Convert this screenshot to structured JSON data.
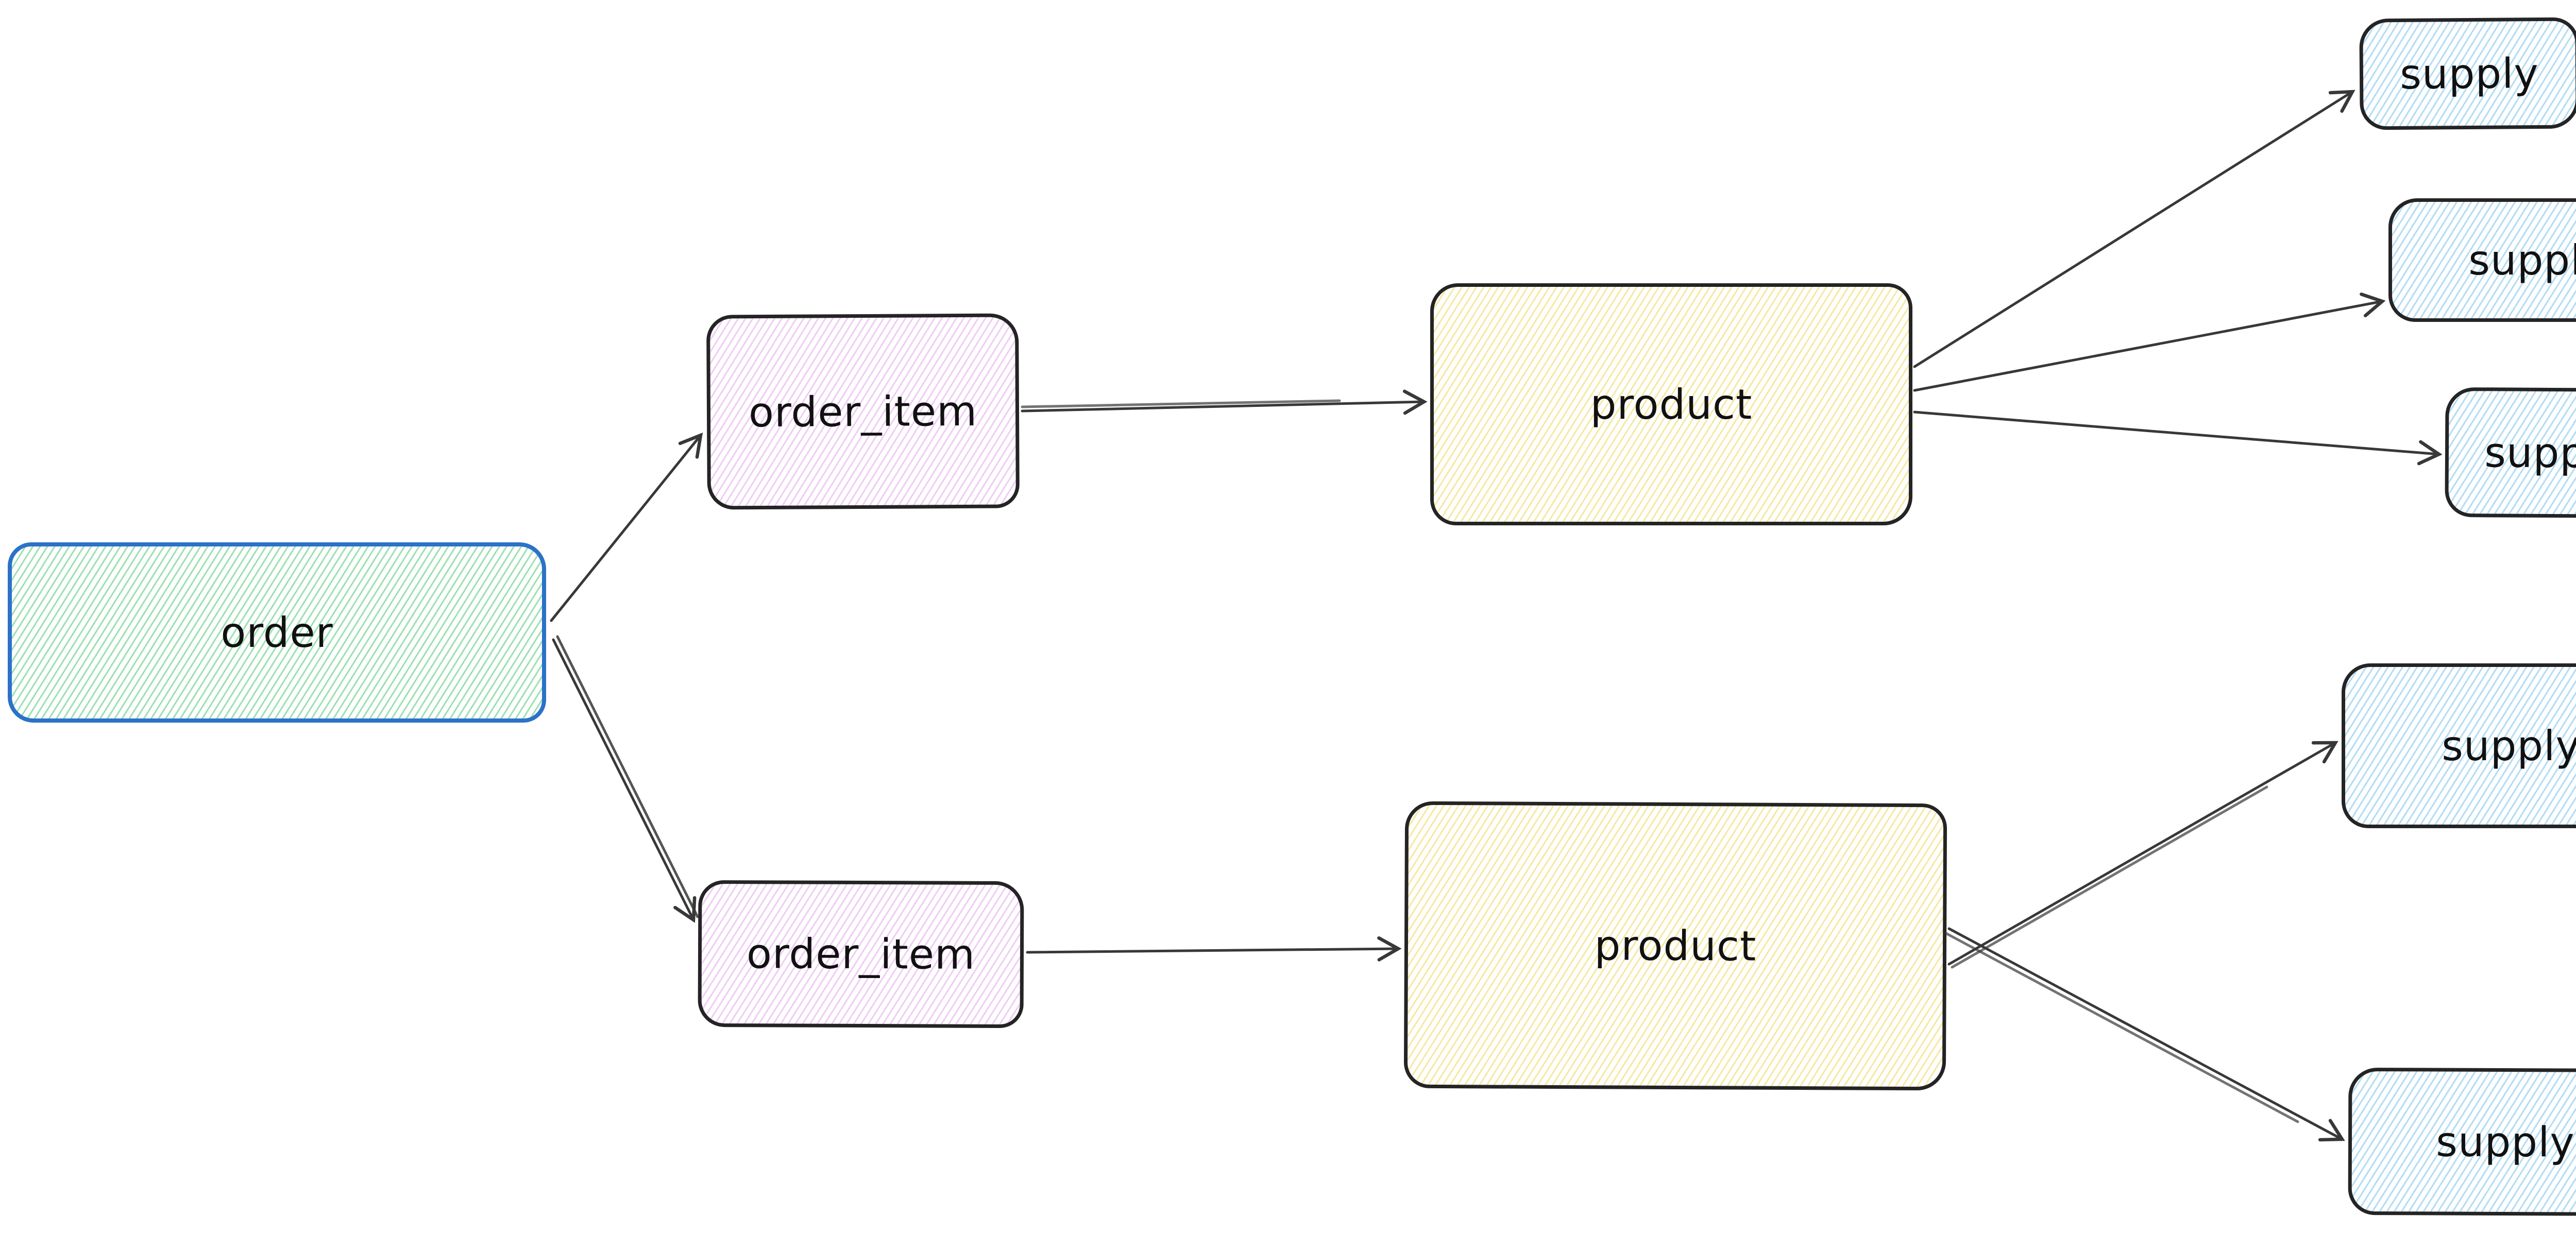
{
  "diagram": {
    "type": "entity-relationship-sketch",
    "background": "#ffffff",
    "colors": {
      "arrow": "#383838",
      "text": "#111111",
      "selected_stroke": "#2b72c8",
      "default_stroke": "#242424",
      "green_hachure": "#90dea7",
      "purple_hachure": "#eec6f4",
      "yellow_hachure": "#f5e79c",
      "blue_hachure": "#a9d8f3"
    },
    "nodes": [
      {
        "id": "order",
        "label": "order",
        "fill": "green",
        "stroke": "#2b72c8"
      },
      {
        "id": "order_item_1",
        "label": "order_item",
        "fill": "purple",
        "stroke": "#242424"
      },
      {
        "id": "order_item_2",
        "label": "order_item",
        "fill": "purple",
        "stroke": "#242424"
      },
      {
        "id": "product_1",
        "label": "product",
        "fill": "yellow",
        "stroke": "#242424"
      },
      {
        "id": "product_2",
        "label": "product",
        "fill": "yellow",
        "stroke": "#242424"
      },
      {
        "id": "supply_1",
        "label": "supply",
        "fill": "blue",
        "stroke": "#242424"
      },
      {
        "id": "supply_2",
        "label": "supply",
        "fill": "blue",
        "stroke": "#242424"
      },
      {
        "id": "supply_3",
        "label": "supply",
        "fill": "blue",
        "stroke": "#242424"
      },
      {
        "id": "supply_4",
        "label": "supply",
        "fill": "blue",
        "stroke": "#242424"
      },
      {
        "id": "supply_5",
        "label": "supply",
        "fill": "blue",
        "stroke": "#242424"
      }
    ],
    "edges": [
      {
        "from": "order",
        "to": "order_item_1"
      },
      {
        "from": "order",
        "to": "order_item_2"
      },
      {
        "from": "order_item_1",
        "to": "product_1"
      },
      {
        "from": "order_item_2",
        "to": "product_2"
      },
      {
        "from": "product_1",
        "to": "supply_1"
      },
      {
        "from": "product_1",
        "to": "supply_2"
      },
      {
        "from": "product_1",
        "to": "supply_3"
      },
      {
        "from": "product_2",
        "to": "supply_4"
      },
      {
        "from": "product_2",
        "to": "supply_5"
      }
    ]
  }
}
